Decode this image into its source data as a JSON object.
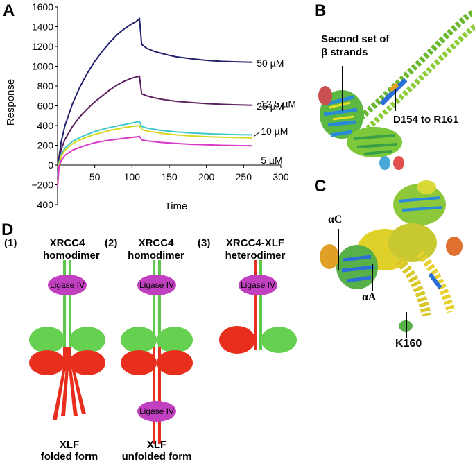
{
  "panels": {
    "a": "A",
    "b": "B",
    "c": "C",
    "d": "D"
  },
  "chart_data": {
    "type": "line",
    "title": "",
    "xlabel": "Time",
    "ylabel": "Response",
    "xlim": [
      0,
      300
    ],
    "ylim": [
      -400,
      1600
    ],
    "xticks": [
      "50",
      "100",
      "150",
      "200",
      "250",
      "300"
    ],
    "yticks": [
      "-400",
      "-200",
      "0",
      "200",
      "400",
      "600",
      "800",
      "1000",
      "1200",
      "1400",
      "1600"
    ],
    "series": [
      {
        "name": "50 µM",
        "color": "#1f1f6e",
        "x": [
          0,
          2,
          5,
          10,
          20,
          30,
          40,
          50,
          60,
          70,
          80,
          90,
          100,
          105,
          110,
          113,
          120,
          130,
          140,
          150,
          160,
          180,
          200,
          220,
          240,
          262
        ],
        "y": [
          -150,
          80,
          240,
          400,
          620,
          790,
          930,
          1050,
          1150,
          1240,
          1320,
          1380,
          1430,
          1450,
          1480,
          1220,
          1180,
          1150,
          1130,
          1110,
          1095,
          1075,
          1060,
          1050,
          1045,
          1040
        ]
      },
      {
        "name": "25 µM",
        "color": "#5c1f5e",
        "x": [
          0,
          2,
          5,
          10,
          20,
          30,
          40,
          50,
          60,
          70,
          80,
          90,
          100,
          105,
          110,
          113,
          120,
          130,
          140,
          150,
          160,
          180,
          200,
          220,
          240,
          262
        ],
        "y": [
          -150,
          50,
          160,
          260,
          390,
          490,
          570,
          640,
          700,
          760,
          810,
          850,
          880,
          890,
          900,
          720,
          700,
          680,
          665,
          655,
          645,
          632,
          622,
          615,
          610,
          605
        ]
      },
      {
        "name": "12.5 µM",
        "color": "#3ec8c8",
        "x": [
          0,
          2,
          5,
          10,
          20,
          30,
          40,
          50,
          60,
          70,
          80,
          90,
          100,
          110,
          113,
          120,
          140,
          160,
          180,
          200,
          220,
          240,
          262
        ],
        "y": [
          -180,
          20,
          110,
          170,
          240,
          280,
          310,
          340,
          360,
          380,
          395,
          410,
          425,
          440,
          390,
          375,
          350,
          335,
          325,
          318,
          312,
          308,
          305
        ]
      },
      {
        "name": "10 µM",
        "color": "#d8d820",
        "x": [
          0,
          2,
          5,
          10,
          20,
          30,
          40,
          50,
          60,
          70,
          80,
          90,
          100,
          110,
          113,
          120,
          140,
          160,
          180,
          200,
          220,
          240,
          262
        ],
        "y": [
          -200,
          0,
          90,
          150,
          215,
          255,
          285,
          310,
          330,
          350,
          365,
          380,
          390,
          400,
          360,
          345,
          320,
          305,
          295,
          288,
          282,
          278,
          275
        ]
      },
      {
        "name": "5 µM",
        "color": "#d838c8",
        "x": [
          0,
          2,
          5,
          10,
          20,
          30,
          40,
          50,
          60,
          70,
          80,
          90,
          100,
          110,
          113,
          120,
          140,
          160,
          180,
          200,
          220,
          240,
          262
        ],
        "y": [
          -220,
          -20,
          50,
          100,
          150,
          180,
          205,
          225,
          240,
          252,
          262,
          272,
          280,
          290,
          255,
          245,
          228,
          218,
          210,
          205,
          200,
          197,
          195
        ]
      }
    ]
  },
  "panel_b": {
    "label_strands": "Second set of",
    "label_strands_2": "β strands",
    "label_region": "D154 to R161"
  },
  "panel_c": {
    "label_ac": "αC",
    "label_aa": "αA",
    "label_k": "K160"
  },
  "panel_d": {
    "m1_num": "(1)",
    "m1_title": "XRCC4",
    "m1_sub": "homodimer",
    "m2_num": "(2)",
    "m2_title": "XRCC4",
    "m2_sub": "homodimer",
    "m3_num": "(3)",
    "m3_title": "XRCC4-XLF",
    "m3_sub": "heterodimer",
    "ligase": "Ligase IV",
    "m1_bottom": "XLF",
    "m1_bottom2": "folded form",
    "m2_bottom": "XLF",
    "m2_bottom2": "unfolded form"
  }
}
